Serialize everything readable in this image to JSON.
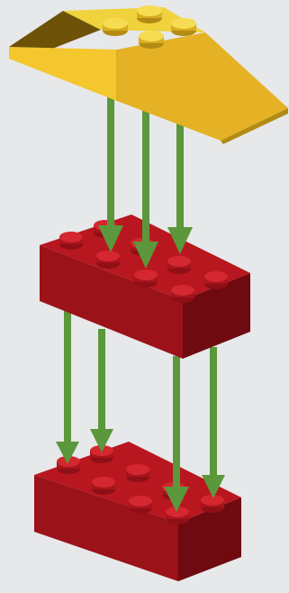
{
  "colors": {
    "background": "#e7e8ea",
    "yellow_top": "#f0d23c",
    "yellow_front": "#f2c12a",
    "yellow_side": "#b38b14",
    "yellow_dark": "#6e5208",
    "red_top": "#b8171f",
    "red_front": "#9c1219",
    "red_side": "#6e0a10",
    "stud_red": "#d4272f",
    "arrow": "#5b973b"
  },
  "parts": [
    {
      "name": "slope-brick",
      "kind": "yellow 2x4 slope"
    },
    {
      "name": "middle-brick",
      "kind": "red 2x4 brick"
    },
    {
      "name": "bottom-brick",
      "kind": "red 2x4 brick"
    }
  ],
  "arrows": [
    {
      "name": "arrow-slope-to-middle-1"
    },
    {
      "name": "arrow-slope-to-middle-2"
    },
    {
      "name": "arrow-slope-to-middle-3"
    },
    {
      "name": "arrow-middle-to-bottom-1"
    },
    {
      "name": "arrow-middle-to-bottom-2"
    },
    {
      "name": "arrow-middle-to-bottom-3"
    },
    {
      "name": "arrow-middle-to-bottom-4"
    }
  ]
}
